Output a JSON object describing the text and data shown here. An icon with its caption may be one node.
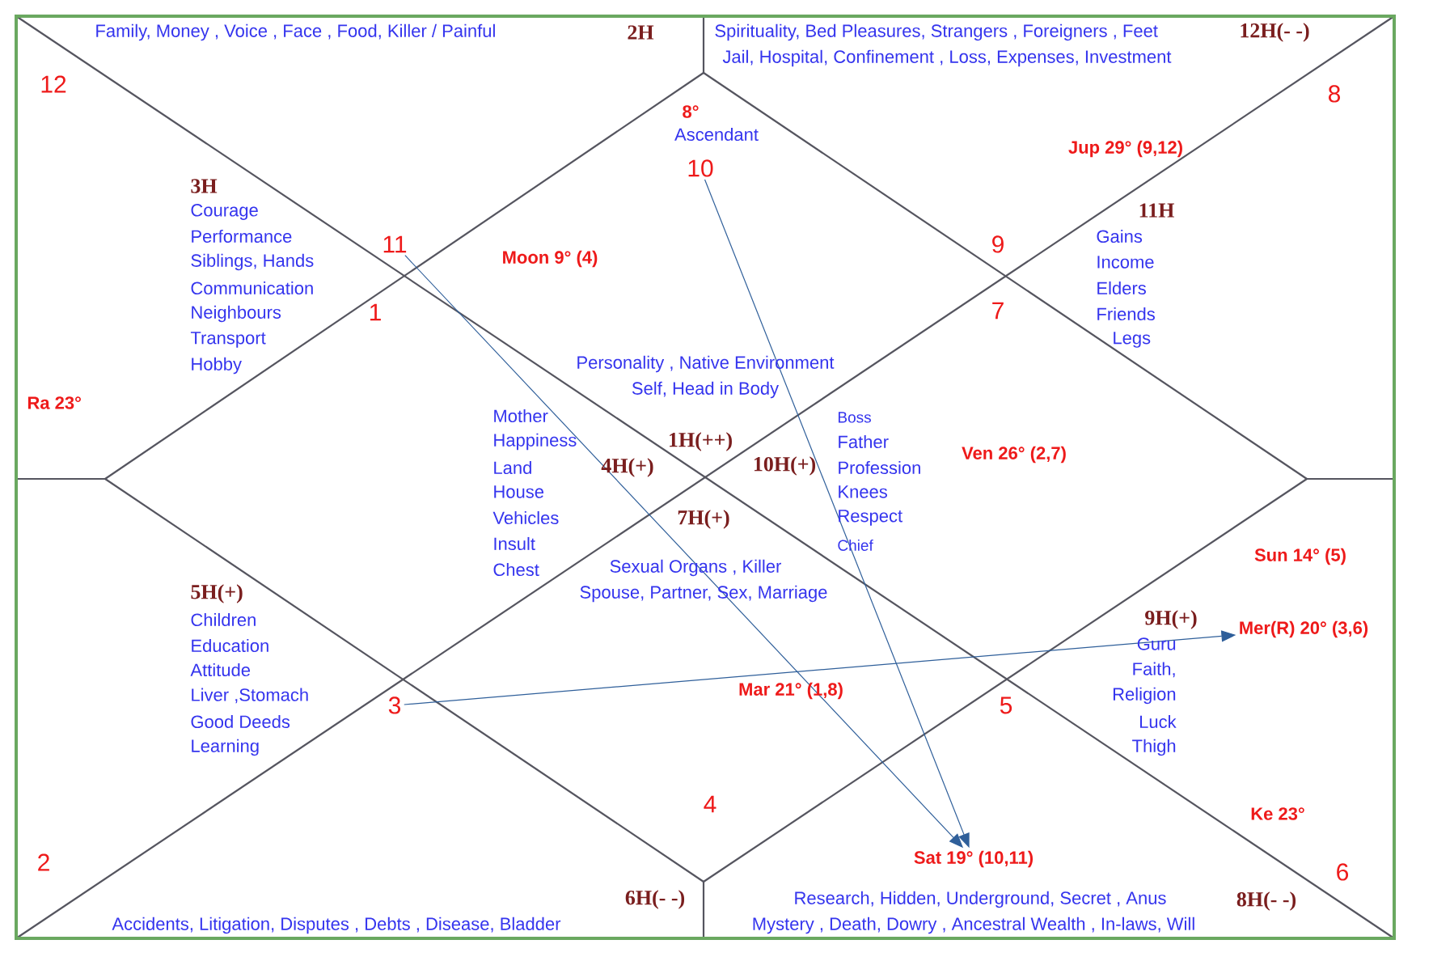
{
  "diagram": {
    "nodes": [
      {
        "text": [
          "10"
        ]
      },
      {
        "text": [
          "11"
        ]
      },
      {
        "text": [
          "Mer(R) 20° (3,6)"
        ]
      },
      {
        "text": [
          "3"
        ]
      },
      {
        "text": [
          "Sat 19° (10,11)"
        ]
      }
    ],
    "edges": [
      {
        "from": 1,
        "to": 4,
        "arrow": "to"
      },
      {
        "from": 0,
        "to": 4,
        "arrow": "to"
      },
      {
        "from": 3,
        "to": 2,
        "arrow": "to"
      }
    ],
    "labels": [
      "Family, Money , Voice , Face , Food, Killer / Painful",
      "2H",
      "Spirituality, Bed Pleasures, Strangers , Foreigners , Feet",
      "12H(- -)",
      "Jail, Hospital, Confinement , Loss, Expenses, Investment",
      "12",
      "8",
      "8°",
      "Ascendant",
      "Jup 29° (9,12)",
      "3H",
      "Courage",
      "Performance",
      "Siblings, Hands",
      "Communication",
      "Neighbours",
      "Transport",
      "Hobby",
      "Moon 9° (4)",
      "9",
      "11H",
      "Gains",
      "Income",
      "Elders",
      "Friends",
      "Legs",
      "1",
      "7",
      "Personality , Native Environment",
      "Self,  Head in Body",
      "Ra 23°",
      "Mother",
      "Happiness",
      "Land",
      "House",
      "Vehicles",
      "Insult",
      "Chest",
      "Boss",
      "Father",
      "Profession",
      "Knees",
      "Respect",
      "Chief",
      "1H(++)",
      "Ven 26° (2,7)",
      "4H(+)",
      "10H(+)",
      "7H(+)",
      "Sexual Organs , Killer",
      "Spouse, Partner, Sex, Marriage",
      "Sun 14° (5)",
      "5H(+)",
      "Children",
      "Education",
      "Attitude",
      "Liver ,Stomach",
      "Good Deeds",
      "Learning",
      "9H(+)",
      "Guru",
      "Faith,",
      "Religion",
      "Luck",
      "Thigh",
      "Mar 21° (1,8)",
      "5",
      "4",
      "Ke 23°",
      "2",
      "6",
      "6H(- -)",
      "Research, Hidden, Underground, Secret , Anus",
      "8H(- -)",
      "Accidents, Litigation, Disputes , Debts , Disease, Bladder",
      "Mystery , Death, Dowry , Ancestral Wealth , In-laws, Will"
    ]
  }
}
